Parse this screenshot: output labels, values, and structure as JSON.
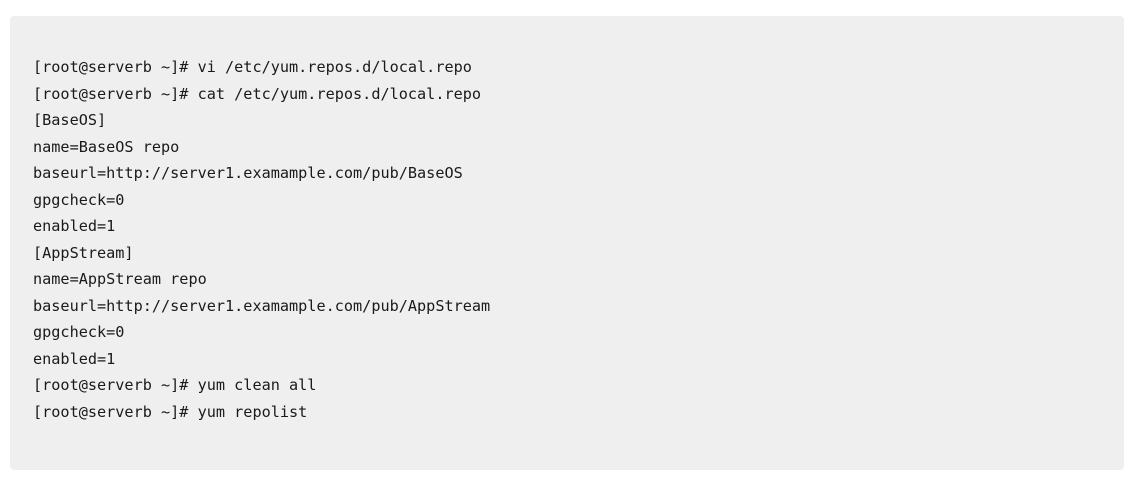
{
  "code_block": {
    "lines": [
      "[root@serverb ~]# vi /etc/yum.repos.d/local.repo",
      "[root@serverb ~]# cat /etc/yum.repos.d/local.repo",
      "[BaseOS]",
      "name=BaseOS repo",
      "baseurl=http://server1.examample.com/pub/BaseOS",
      "gpgcheck=0",
      "enabled=1",
      "[AppStream]",
      "name=AppStream repo",
      "baseurl=http://server1.examample.com/pub/AppStream",
      "gpgcheck=0",
      "enabled=1",
      "[root@serverb ~]# yum clean all",
      "[root@serverb ~]# yum repolist"
    ]
  }
}
